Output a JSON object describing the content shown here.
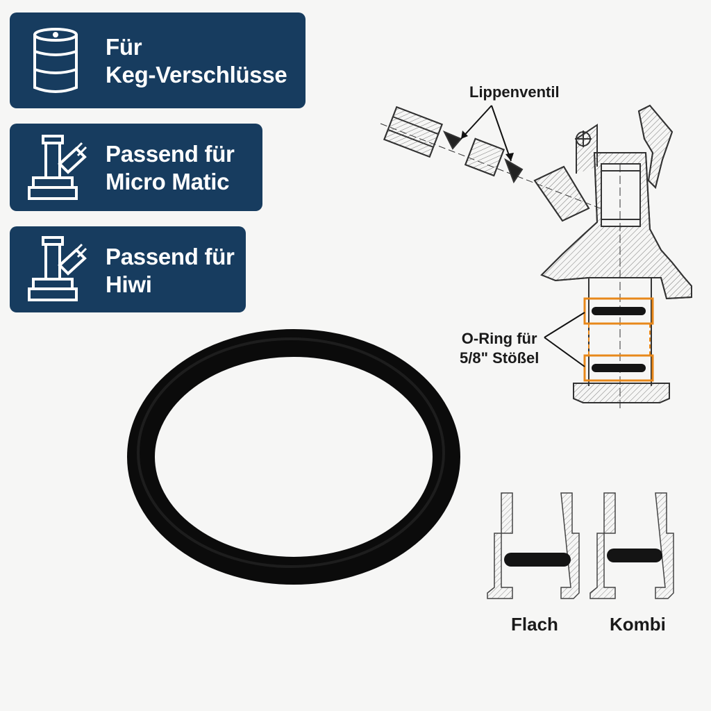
{
  "badges": [
    {
      "icon": "keg-icon",
      "line1": "Für",
      "line2": "Keg-Verschlüsse"
    },
    {
      "icon": "tap-coupler-icon",
      "line1": "Passend für",
      "line2": "Micro Matic"
    },
    {
      "icon": "tap-coupler-icon",
      "line1": "Passend für",
      "line2": "Hiwi"
    }
  ],
  "diagram": {
    "lip_valve_label": "Lippenventil",
    "oring_label_line1": "O-Ring für",
    "oring_label_line2": "5/8\" Stößel"
  },
  "variants": {
    "flat_label": "Flach",
    "combo_label": "Kombi"
  },
  "colors": {
    "badge_bg": "#173c5f",
    "highlight": "#e8881a",
    "oring": "#141414"
  }
}
